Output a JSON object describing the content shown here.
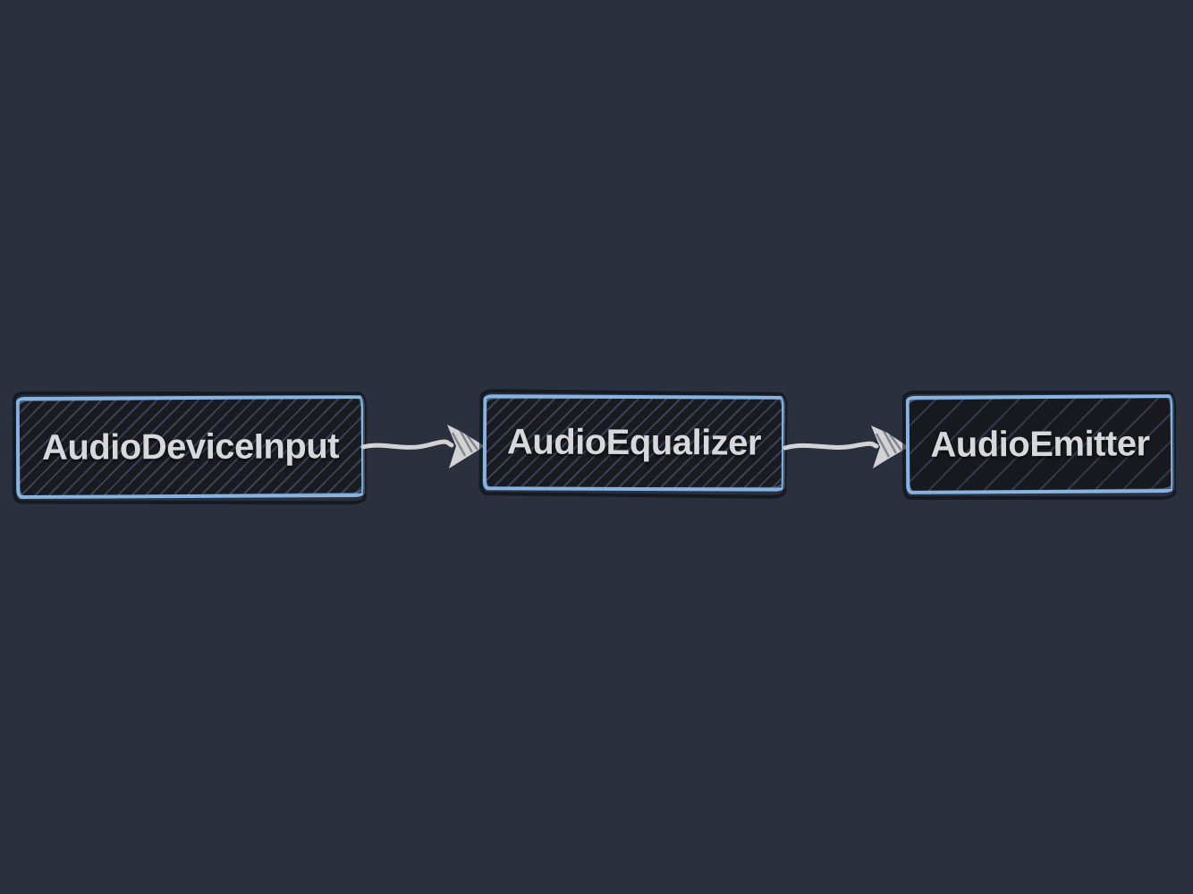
{
  "diagram": {
    "title_hint": "audio-pipeline-flow",
    "nodes": [
      {
        "id": "audio-device-input",
        "label": "AudioDeviceInput"
      },
      {
        "id": "audio-equalizer",
        "label": "AudioEqualizer"
      },
      {
        "id": "audio-emitter",
        "label": "AudioEmitter"
      }
    ],
    "edges": [
      {
        "from": "AudioDeviceInput",
        "to": "AudioEqualizer",
        "icon": "arrow-right-icon"
      },
      {
        "from": "AudioEqualizer",
        "to": "AudioEmitter",
        "icon": "arrow-right-icon"
      }
    ]
  },
  "colors": {
    "background": "#2a303d",
    "node_fill": "#191b20",
    "node_hatch": "#546282",
    "node_stroke": "#87b4e2",
    "label_text": "#d7d8db",
    "arrow": "#d3d3d6"
  }
}
